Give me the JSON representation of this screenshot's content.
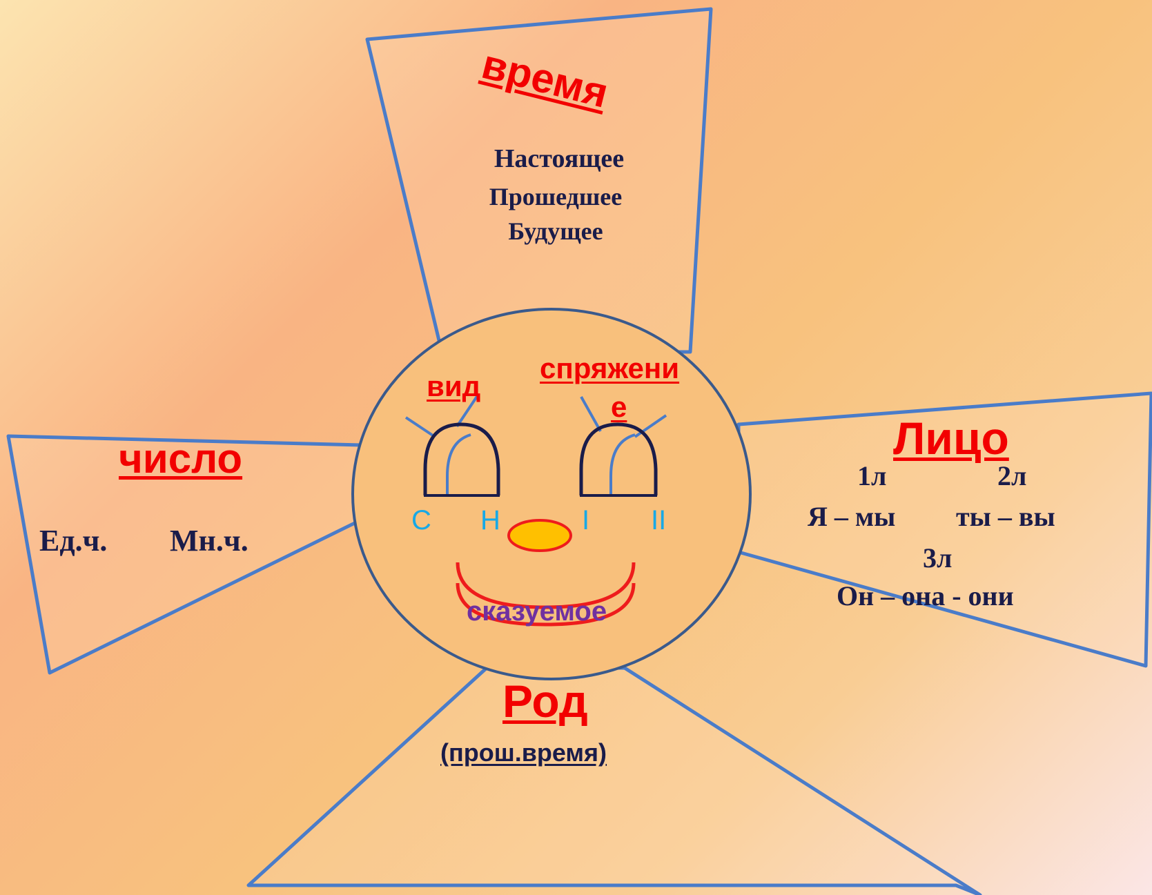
{
  "sections": {
    "time": {
      "title": "время",
      "items": [
        "Настоящее",
        "Прошедшее",
        "Будущее"
      ]
    },
    "number": {
      "title": "число",
      "singular": "Ед.ч.",
      "plural": "Мн.ч."
    },
    "person": {
      "title": "Лицо",
      "first": "1л",
      "second": "2л",
      "first_pronouns": "Я – мы",
      "second_pronouns": "ты – вы",
      "third": "3л",
      "third_pronouns": "Он – она - они"
    },
    "gender": {
      "title": "Род",
      "note": "(прош.время)"
    }
  },
  "face": {
    "aspect_label": "вид",
    "conjugation_label_line1": "спряжени",
    "conjugation_label_line2": "е",
    "aspect_left": "С",
    "aspect_right": "Н",
    "conj_left": "I",
    "conj_right": "II",
    "mouth_label": "сказуемое"
  },
  "colors": {
    "ray_outline": "#4a7cc9",
    "circle_outline": "#3a5a8c",
    "title_red": "#f20000",
    "dark_text": "#1a1c4a",
    "cyan_letters": "#18a9e6",
    "nose_fill": "#ffc000",
    "mouth_label": "#7030a0"
  }
}
